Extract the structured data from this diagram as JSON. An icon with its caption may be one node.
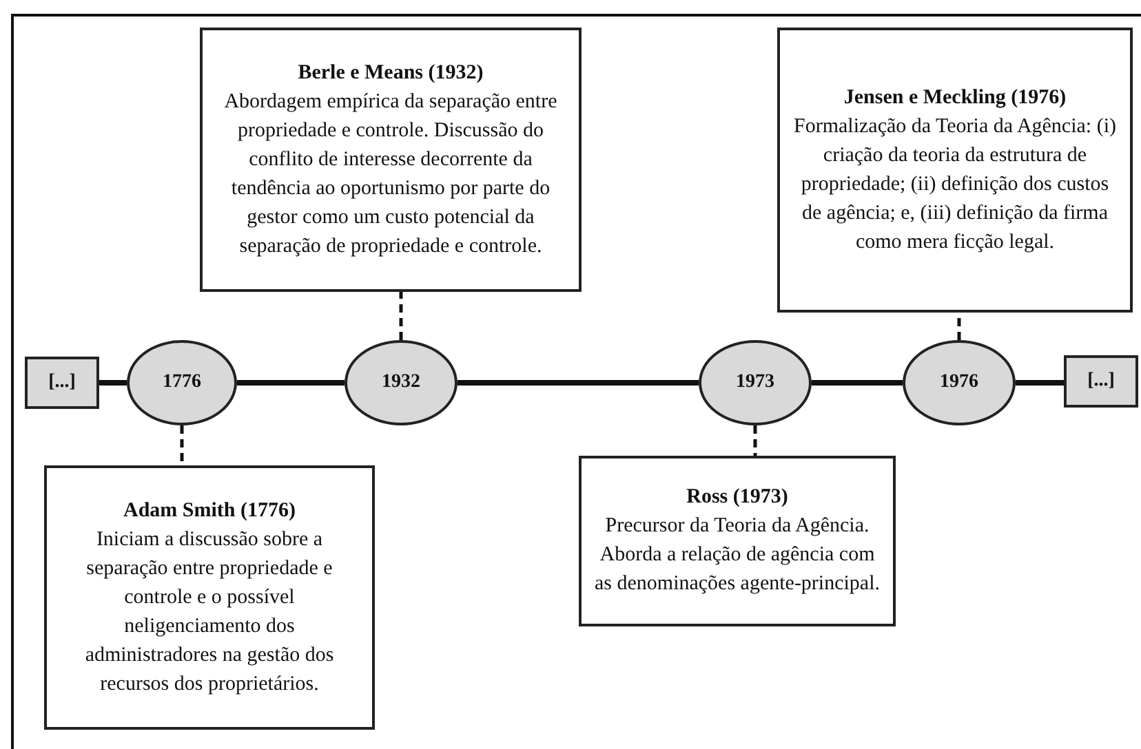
{
  "diagram": {
    "nodes": [
      {
        "text": [
          "[...]"
        ]
      },
      {
        "text": [
          "1776"
        ]
      },
      {
        "text": [
          "1932"
        ]
      },
      {
        "text": [
          "1973"
        ]
      },
      {
        "text": [
          "1976"
        ]
      },
      {
        "text": [
          "[...]"
        ]
      },
      {
        "text": [
          "Berle e Means (1932)",
          "Abordagem empírica da separação entre propriedade e controle. Discussão do conflito de interesse decorrente da tendência ao oportunismo por parte do gestor como um custo potencial da separação de propriedade e controle."
        ]
      },
      {
        "text": [
          "Jensen e Meckling (1976)",
          "Formalização da Teoria da Agência: (i) criação da teoria da estrutura de propriedade; (ii) definição dos custos de agência; e, (iii) definição da firma como mera ficção legal."
        ]
      },
      {
        "text": [
          "Adam Smith (1776)",
          "Iniciam a discussão sobre a separação entre propriedade e controle e o possível neligenciamento dos administradores na gestão dos recursos dos proprietários."
        ]
      },
      {
        "text": [
          "Ross (1973)",
          "Precursor da Teoria da Agência. Aborda a relação de agência com as denominações agente-principal."
        ]
      }
    ],
    "edges": [
      {
        "from": 0,
        "to": 1,
        "arrow": "none"
      },
      {
        "from": 1,
        "to": 2,
        "arrow": "none"
      },
      {
        "from": 2,
        "to": 3,
        "arrow": "none"
      },
      {
        "from": 3,
        "to": 4,
        "arrow": "none"
      },
      {
        "from": 4,
        "to": 5,
        "arrow": "none"
      },
      {
        "from": 2,
        "to": 6,
        "arrow": "none",
        "style": "dashed"
      },
      {
        "from": 4,
        "to": 7,
        "arrow": "none",
        "style": "dashed"
      },
      {
        "from": 1,
        "to": 8,
        "arrow": "none",
        "style": "dashed"
      },
      {
        "from": 3,
        "to": 9,
        "arrow": "none",
        "style": "dashed"
      }
    ]
  }
}
